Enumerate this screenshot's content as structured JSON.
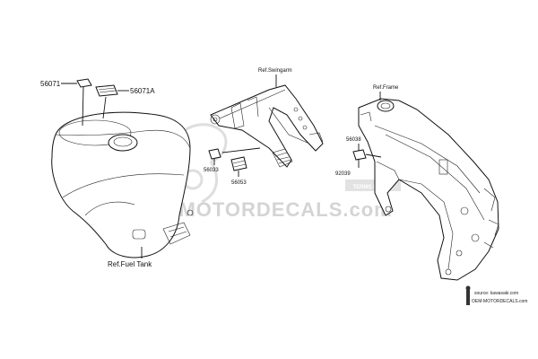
{
  "watermark": {
    "text": "OEM-MOTORDECALS.com",
    "banner": "TERMS OF USE"
  },
  "labels": {
    "p56071": "56071",
    "p56071a": "56071A",
    "p56033": "56033",
    "p56053": "56053",
    "p56038": "56038",
    "p92039": "92039",
    "ref_swingarm": "Ref.Swingarm",
    "ref_frame": "Ref.Frame",
    "ref_fuel_tank": "Ref.Fuel Tank"
  },
  "source": {
    "line1": "source: kawasaki.com",
    "line2": "OEM-MOTORDECALS.com"
  }
}
